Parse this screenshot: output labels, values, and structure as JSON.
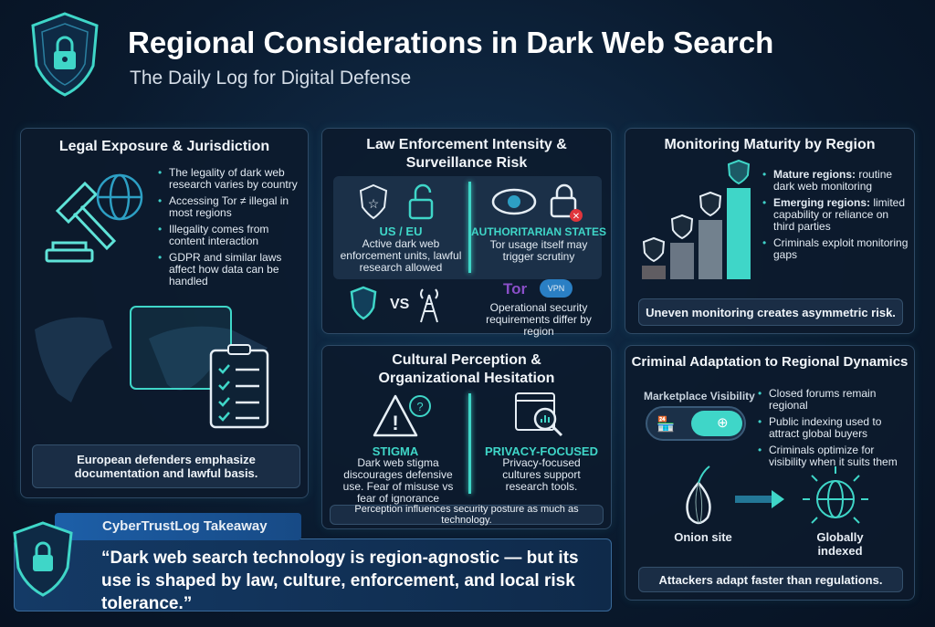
{
  "header": {
    "title": "Regional Considerations in Dark Web Search",
    "subtitle": "The Daily Log for Digital Defense"
  },
  "colors": {
    "accent": "#3fd6c8",
    "background": "#0a1a2e",
    "panel_border": "#2e4a66",
    "alert": "#e0353c"
  },
  "legal": {
    "title": "Legal Exposure & Jurisdiction",
    "bullets": [
      "The legality of dark web research varies by country",
      "Accessing Tor ≠ illegal in most regions",
      "Illegality comes from content interaction",
      "GDPR and similar laws affect how data can be handled"
    ],
    "footer": "European defenders emphasize documentation and lawful basis.",
    "icons": [
      "gavel-icon",
      "globe-icon",
      "world-map-icon",
      "clipboard-checklist-icon"
    ]
  },
  "enforcement": {
    "title": "Law Enforcement Intensity & Surveillance Risk",
    "left": {
      "label": "US / EU",
      "text": "Active dark web enforcement units, lawful research allowed"
    },
    "right": {
      "label": "AUTHORITARIAN STATES",
      "text": "Tor usage itself may trigger scrutiny"
    },
    "vs": "VS",
    "tor": "Tor",
    "vpn": "VPN",
    "footer": "Operational security requirements differ by region"
  },
  "monitoring": {
    "title": "Monitoring Maturity by Region",
    "bar_levels": [
      0.12,
      0.32,
      0.52,
      0.8
    ],
    "bullets": [
      {
        "bold": "Mature regions:",
        "text": " routine dark web monitoring"
      },
      {
        "bold": "Emerging regions:",
        "text": " limited capability or reliance on third parties"
      },
      {
        "bold": "",
        "text": "Criminals exploit monitoring gaps"
      }
    ],
    "footer": "Uneven monitoring creates asymmetric risk."
  },
  "cultural": {
    "title": "Cultural Perception & Organizational Hesitation",
    "left": {
      "label": "STIGMA",
      "text": "Dark web stigma discourages defensive use. Fear of misuse vs fear of ignorance"
    },
    "right": {
      "label": "PRIVACY-FOCUSED",
      "text": "Privacy-focused cultures support research tools."
    },
    "footer": "Perception influences security posture as much as technology."
  },
  "criminal": {
    "title": "Criminal Adaptation to Regional Dynamics",
    "toggle_label": "Marketplace Visibility",
    "toggle_on": true,
    "bullets": [
      "Closed forums remain regional",
      "Public indexing used to attract global buyers",
      "Criminals optimize for visibility when it suits them"
    ],
    "onion_label": "Onion site",
    "globe_label": "Globally indexed",
    "footer": "Attackers adapt faster than regulations."
  },
  "takeaway": {
    "label": "CyberTrustLog Takeaway",
    "quote": "“Dark web search technology is region-agnostic — but its use is shaped by law, culture, enforcement, and local risk tolerance.”"
  }
}
